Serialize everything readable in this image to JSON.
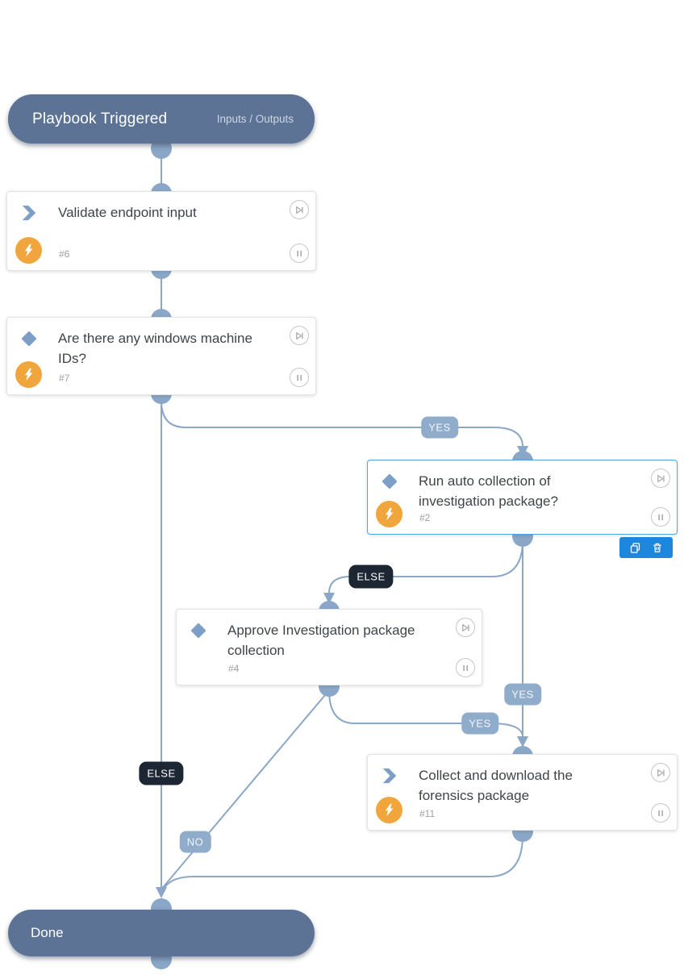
{
  "app": {
    "name": "Playbook Editor"
  },
  "colors": {
    "terminal_fill": "#5C7396",
    "edge_line": "#8AA7C7",
    "connector_dot": "#8AA7C7",
    "label_light_bg": "#8FACCB",
    "label_dark_bg": "#1D2733",
    "selected_border": "#4EA7E4",
    "action_bar_bg": "#1D87DD",
    "automation_badge": "#F0A63C",
    "node_icon": "#7E9FC5",
    "title_text": "#3F4449",
    "muted_text": "#9AA0A6"
  },
  "nodes": [
    {
      "id": "start",
      "kind": "trigger",
      "title": "Playbook Triggered",
      "link": "Inputs / Outputs"
    },
    {
      "id": "6",
      "kind": "task",
      "title": "Validate endpoint input",
      "num": "#6"
    },
    {
      "id": "7",
      "kind": "condition",
      "title": "Are there any windows machine IDs?",
      "num": "#7"
    },
    {
      "id": "2",
      "kind": "condition",
      "title": "Run auto collection of investigation package?",
      "num": "#2",
      "selected": true
    },
    {
      "id": "4",
      "kind": "condition",
      "title": "Approve Investigation package collection",
      "num": "#4"
    },
    {
      "id": "11",
      "kind": "task",
      "title": "Collect and download the forensics package",
      "num": "#11"
    },
    {
      "id": "done",
      "kind": "end",
      "title": "Done"
    }
  ],
  "edge_labels": [
    {
      "text": "YES",
      "style": "light",
      "from": "7",
      "to": "2"
    },
    {
      "text": "ELSE",
      "style": "dark",
      "from": "2",
      "to": "4"
    },
    {
      "text": "YES",
      "style": "light",
      "from": "2",
      "to": "11"
    },
    {
      "text": "YES",
      "style": "light",
      "from": "4",
      "to": "11"
    },
    {
      "text": "ELSE",
      "style": "dark",
      "from": "7",
      "to": "done"
    },
    {
      "text": "NO",
      "style": "light",
      "from": "4",
      "to": "done"
    }
  ]
}
